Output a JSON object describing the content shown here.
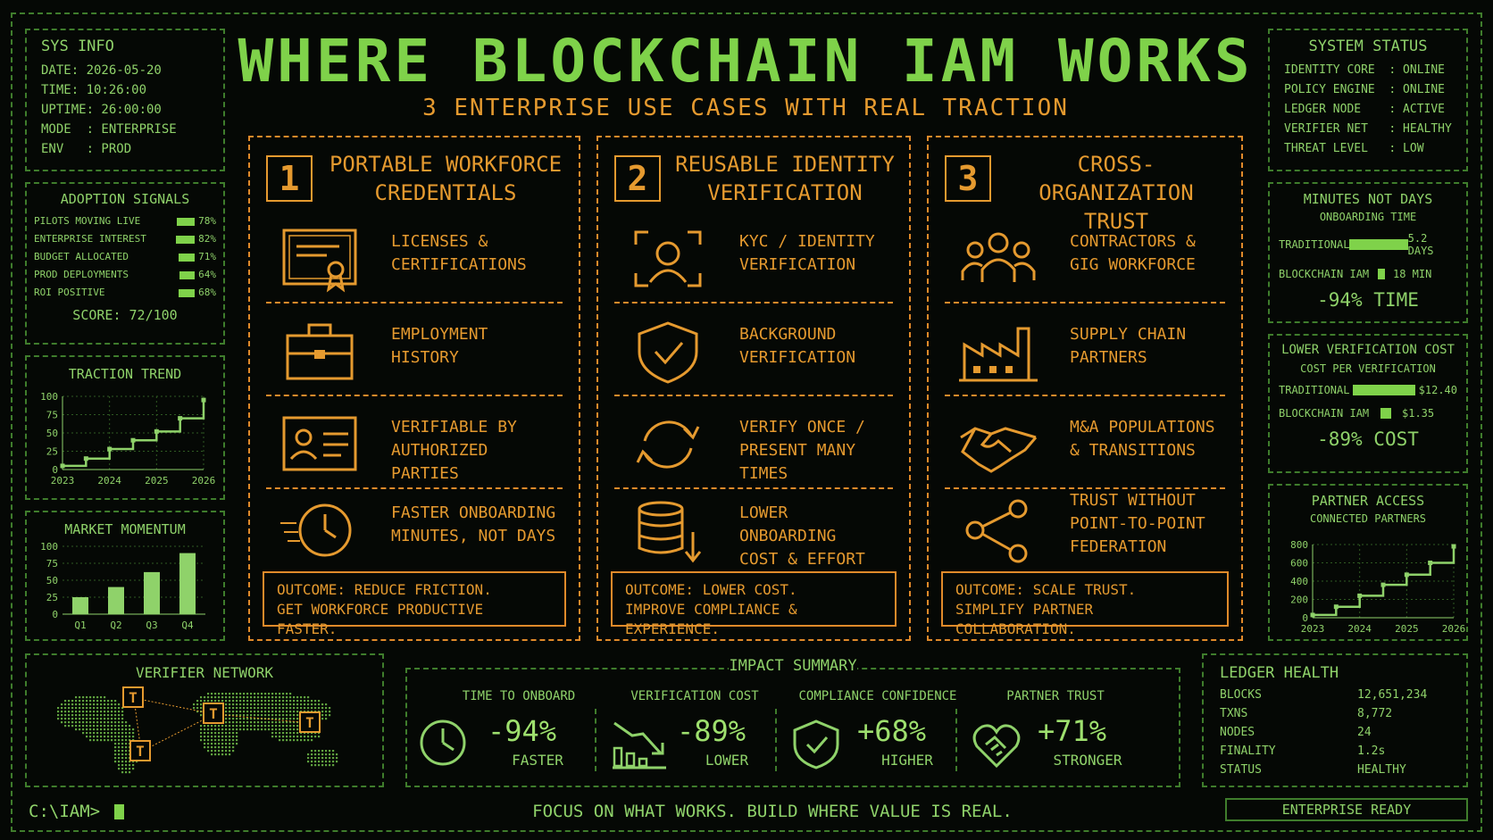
{
  "title": "WHERE BLOCKCHAIN IAM WORKS",
  "subtitle": "3 ENTERPRISE USE CASES WITH REAL TRACTION",
  "sys_info": {
    "heading": "SYS INFO",
    "lines": [
      "DATE: 2026-05-20",
      "TIME: 10:26:00",
      "UPTIME: 26:00:00",
      "MODE  : ENTERPRISE",
      "ENV   : PROD"
    ]
  },
  "adoption": {
    "heading": "ADOPTION SIGNALS",
    "items": [
      {
        "label": "PILOTS MOVING LIVE",
        "value": "78%",
        "pct": 78
      },
      {
        "label": "ENTERPRISE INTEREST",
        "value": "82%",
        "pct": 82
      },
      {
        "label": "BUDGET ALLOCATED",
        "value": "71%",
        "pct": 71
      },
      {
        "label": "PROD DEPLOYMENTS",
        "value": "64%",
        "pct": 64
      },
      {
        "label": "ROI POSITIVE",
        "value": "68%",
        "pct": 68
      }
    ],
    "score": "SCORE: 72/100"
  },
  "traction": {
    "heading": "TRACTION TREND",
    "chart_data": {
      "type": "line",
      "x": [
        2023,
        2023.5,
        2024,
        2024.5,
        2025,
        2025.5,
        2026
      ],
      "values": [
        5,
        15,
        28,
        40,
        52,
        70,
        95
      ],
      "xticks": [
        "2023",
        "2024",
        "2025",
        "2026"
      ],
      "yticks": [
        "0",
        "25",
        "50",
        "75",
        "100"
      ],
      "ylim": [
        0,
        100
      ]
    }
  },
  "momentum": {
    "heading": "MARKET MOMENTUM",
    "chart_data": {
      "type": "bar",
      "categories": [
        "Q1",
        "Q2",
        "Q3",
        "Q4"
      ],
      "values": [
        25,
        40,
        62,
        90
      ],
      "yticks": [
        "0",
        "25",
        "50",
        "75",
        "100"
      ],
      "ylim": [
        0,
        100
      ]
    }
  },
  "columns": [
    {
      "num": "1",
      "title1": "PORTABLE WORKFORCE",
      "title2": "CREDENTIALS",
      "items": [
        {
          "l1": "LICENSES &",
          "l2": "CERTIFICATIONS",
          "l3": ""
        },
        {
          "l1": "EMPLOYMENT",
          "l2": "HISTORY",
          "l3": ""
        },
        {
          "l1": "VERIFIABLE BY",
          "l2": "AUTHORIZED PARTIES",
          "l3": ""
        },
        {
          "l1": "FASTER ONBOARDING",
          "l2": "MINUTES, NOT DAYS",
          "l3": ""
        }
      ],
      "outcome1": "OUTCOME: REDUCE FRICTION.",
      "outcome2": "GET WORKFORCE PRODUCTIVE FASTER."
    },
    {
      "num": "2",
      "title1": "REUSABLE IDENTITY",
      "title2": "VERIFICATION",
      "items": [
        {
          "l1": "KYC / IDENTITY",
          "l2": "VERIFICATION",
          "l3": ""
        },
        {
          "l1": "BACKGROUND",
          "l2": "VERIFICATION",
          "l3": ""
        },
        {
          "l1": "VERIFY ONCE /",
          "l2": "PRESENT MANY TIMES",
          "l3": ""
        },
        {
          "l1": "LOWER ONBOARDING",
          "l2": "COST & EFFORT",
          "l3": ""
        }
      ],
      "outcome1": "OUTCOME: LOWER COST.",
      "outcome2": "IMPROVE COMPLIANCE & EXPERIENCE."
    },
    {
      "num": "3",
      "title1": "CROSS-ORGANIZATION",
      "title2": "TRUST",
      "items": [
        {
          "l1": "CONTRACTORS &",
          "l2": "GIG WORKFORCE",
          "l3": ""
        },
        {
          "l1": "SUPPLY CHAIN",
          "l2": "PARTNERS",
          "l3": ""
        },
        {
          "l1": "M&A POPULATIONS",
          "l2": "& TRANSITIONS",
          "l3": ""
        },
        {
          "l1": "TRUST WITHOUT",
          "l2": "POINT-TO-POINT",
          "l3": "FEDERATION"
        }
      ],
      "outcome1": "OUTCOME: SCALE TRUST.",
      "outcome2": "SIMPLIFY PARTNER COLLABORATION."
    }
  ],
  "system_status": {
    "heading": "SYSTEM STATUS",
    "lines": [
      "IDENTITY CORE  : ONLINE",
      "POLICY ENGINE  : ONLINE",
      "LEDGER NODE    : ACTIVE",
      "VERIFIER NET   : HEALTHY",
      "THREAT LEVEL   : LOW"
    ]
  },
  "minutes": {
    "heading": "MINUTES NOT DAYS",
    "sub": "ONBOARDING TIME",
    "trad_label": "TRADITIONAL",
    "trad_value": "5.2 DAYS",
    "bc_label": "BLOCKCHAIN IAM",
    "bc_value": "18 MIN",
    "delta": "-94% TIME"
  },
  "cost": {
    "heading": "LOWER VERIFICATION COST",
    "sub": "COST PER VERIFICATION",
    "trad_label": "TRADITIONAL",
    "trad_value": "$12.40",
    "bc_label": "BLOCKCHAIN IAM",
    "bc_value": "$1.35",
    "delta": "-89% COST"
  },
  "partner": {
    "heading": "PARTNER ACCESS",
    "sub": "CONNECTED PARTNERS",
    "chart_data": {
      "type": "line",
      "x": [
        2023,
        2023.5,
        2024,
        2024.5,
        2025,
        2025.5,
        2026
      ],
      "values": [
        30,
        120,
        240,
        360,
        470,
        600,
        780
      ],
      "xticks": [
        "2023",
        "2024",
        "2025",
        "2026"
      ],
      "yticks": [
        "0",
        "200",
        "400",
        "600",
        "800"
      ],
      "ylim": [
        0,
        800
      ]
    }
  },
  "verifier": {
    "heading": "VERIFIER NETWORK",
    "marker": "T"
  },
  "impact": {
    "heading": "IMPACT SUMMARY",
    "items": [
      {
        "label": "TIME TO ONBOARD",
        "value": "-94%",
        "word": "FASTER",
        "icon": "clock-icon"
      },
      {
        "label": "VERIFICATION COST",
        "value": "-89%",
        "word": "LOWER",
        "icon": "falling-chart-icon"
      },
      {
        "label": "COMPLIANCE CONFIDENCE",
        "value": "+68%",
        "word": "HIGHER",
        "icon": "shield-icon"
      },
      {
        "label": "PARTNER TRUST",
        "value": "+71%",
        "word": "STRONGER",
        "icon": "handshake-icon"
      }
    ]
  },
  "ledger": {
    "heading": "LEDGER HEALTH",
    "rows": [
      {
        "k": "BLOCKS",
        "v": "12,651,234"
      },
      {
        "k": "TXNS",
        "v": "8,772"
      },
      {
        "k": "NODES",
        "v": "24"
      },
      {
        "k": "FINALITY",
        "v": "1.2s"
      },
      {
        "k": "STATUS",
        "v": "HEALTHY"
      }
    ]
  },
  "footer": {
    "prompt": "C:\\IAM>",
    "tagline": "FOCUS ON WHAT WORKS. BUILD WHERE VALUE IS REAL.",
    "badge": "ENTERPRISE READY"
  },
  "colors": {
    "green": "#8fd26a",
    "orange": "#e59a2f",
    "border": "#3f7d2c"
  }
}
